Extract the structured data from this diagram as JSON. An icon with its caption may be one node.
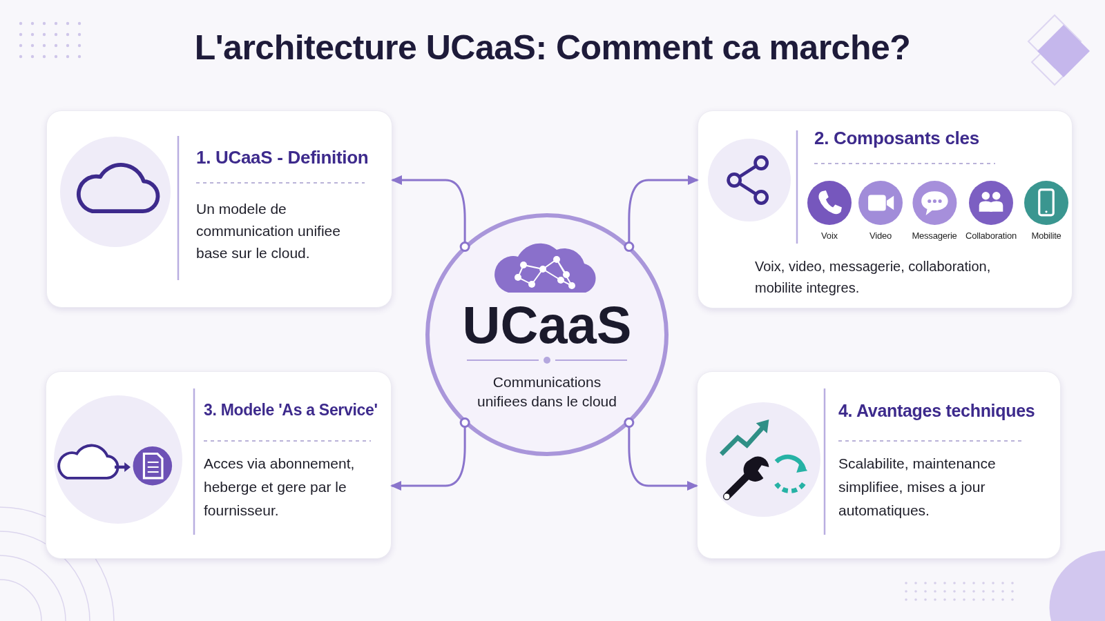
{
  "diagram": {
    "title": "L'architecture UCaaS: Comment ca marche?",
    "nodes": [
      {
        "text": [
          "1. UCaaS - Definition",
          "Un modele de communication unifiee base sur le cloud."
        ]
      },
      {
        "text": [
          "2. Composants cles",
          "Voix, video, messagerie, collaboration, mobilite integres."
        ]
      },
      {
        "text": [
          "Voix"
        ],
        "in": 1
      },
      {
        "text": [
          "Video"
        ],
        "in": 1
      },
      {
        "text": [
          "Messagerie"
        ],
        "in": 1
      },
      {
        "text": [
          "Collaboration"
        ],
        "in": 1
      },
      {
        "text": [
          "Mobilite"
        ],
        "in": 1
      },
      {
        "text": [
          "UCaaS",
          "Communications unifiees dans le cloud"
        ]
      },
      {
        "text": [
          "3. Modele 'As a Service'",
          "Acces via abonnement, heberge et gere par le fournisseur."
        ]
      },
      {
        "text": [
          "4. Avantages techniques",
          "Scalabilite, maintenance simplifiee, mises a jour automatiques."
        ]
      }
    ],
    "edges": [
      {
        "from": 7,
        "to": 0,
        "arrow": "to"
      },
      {
        "from": 7,
        "to": 1,
        "arrow": "to"
      },
      {
        "from": 7,
        "to": 8,
        "arrow": "to"
      },
      {
        "from": 7,
        "to": 9,
        "arrow": "to"
      }
    ]
  }
}
